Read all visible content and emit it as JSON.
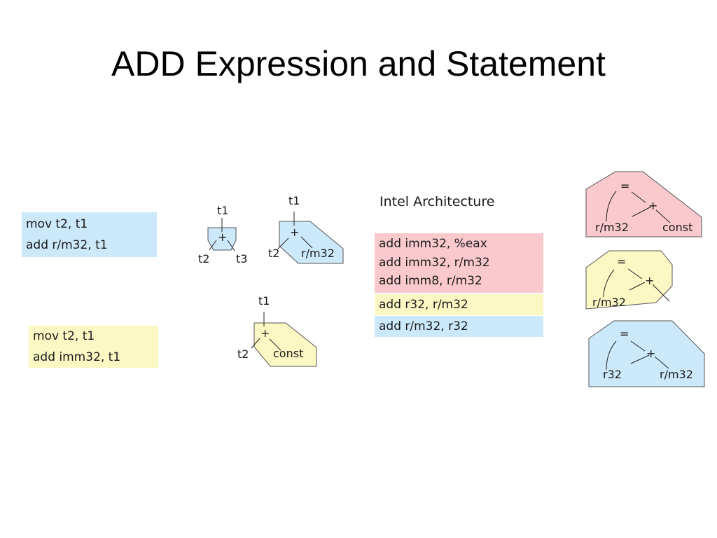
{
  "slide": {
    "title": "ADD Expression and Statement"
  },
  "code_blocks": {
    "register_form": {
      "line1": "mov t2, t1",
      "line2": "add r/m32, t1",
      "color": "#cce9fb"
    },
    "immediate_form": {
      "line1": "mov t2, t1",
      "line2": "add imm32, t1",
      "color": "#fbf8c4"
    }
  },
  "tree_tiles": {
    "add_t2_t3": {
      "root": "t1",
      "op": "+",
      "left": "t2",
      "right": "t3",
      "color": "#cce9fb"
    },
    "add_t2_rm32": {
      "root": "t1",
      "op": "+",
      "left": "t2",
      "right": "r/m32",
      "color": "#cce9fb"
    },
    "add_t2_const": {
      "root": "t1",
      "op": "+",
      "left": "t2",
      "right": "const",
      "color": "#fbf8c4"
    }
  },
  "intel_architecture": {
    "heading": "Intel Architecture",
    "pink_rows": [
      "add imm32, %eax",
      "add imm32, r/m32",
      "add imm8, r/m32"
    ],
    "yellow_rows": [
      "add r32, r/m32"
    ],
    "blue_rows": [
      "add r/m32, r32"
    ],
    "colors": {
      "pink": "#f9c9cd",
      "yellow": "#fbf8c4",
      "blue": "#cce9fb"
    }
  },
  "statement_tiles": {
    "pink": {
      "assign": "=",
      "op": "+",
      "left": "r/m32",
      "right": "const",
      "color": "#f9c9cd"
    },
    "yellow": {
      "assign": "=",
      "op": "+",
      "left": "r/m32",
      "color": "#fbf8c4"
    },
    "blue": {
      "assign": "=",
      "op": "+",
      "left": "r32",
      "right": "r/m32",
      "color": "#cce9fb"
    }
  }
}
